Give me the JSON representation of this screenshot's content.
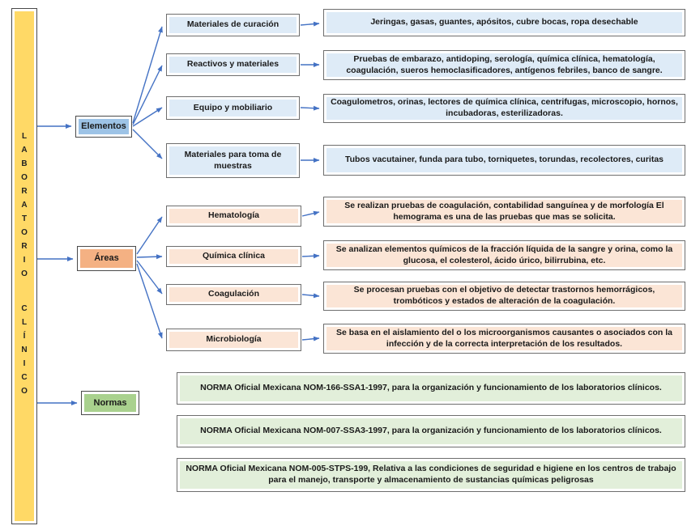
{
  "root": {
    "title": "LABORATORIO CLÍNICO",
    "word1": "LABORATORIO",
    "word2": "CLÍNICO"
  },
  "branches": [
    {
      "label": "Elementos",
      "children": [
        {
          "label": "Materiales de curación",
          "detail": "Jeringas, gasas, guantes, apósitos, cubre bocas, ropa desechable"
        },
        {
          "label": "Reactivos y materiales",
          "detail": "Pruebas de embarazo, antidoping, serología, química clínica, hematología, coagulación, sueros hemoclasificadores, antígenos febriles, banco de sangre."
        },
        {
          "label": "Equipo y mobiliario",
          "detail": "Coagulometros, orinas, lectores de química clínica, centrifugas, microscopio, hornos, incubadoras, esterilizadoras."
        },
        {
          "label": "Materiales para toma de muestras",
          "detail": "Tubos vacutainer, funda para tubo, torniquetes, torundas, recolectores, curitas"
        }
      ]
    },
    {
      "label": "Áreas",
      "children": [
        {
          "label": "Hematología",
          "detail": "Se realizan pruebas de coagulación, contabilidad sanguínea y de morfología El hemograma es una de las pruebas que mas se solicita."
        },
        {
          "label": "Química clínica",
          "detail": "Se analizan elementos químicos de la fracción líquida de la sangre y orina, como la glucosa, el colesterol, ácido úrico, bilirrubina, etc."
        },
        {
          "label": "Coagulación",
          "detail": "Se procesan pruebas con el objetivo de detectar trastornos hemorrágicos, trombóticos y estados de alteración de la coagulación."
        },
        {
          "label": "Microbiología",
          "detail": "Se basa en el aislamiento del o los microorganismos causantes o asociados con la infección y de la correcta interpretación de los resultados."
        }
      ]
    },
    {
      "label": "Normas",
      "children": [
        {
          "detail": "NORMA Oficial Mexicana NOM-166-SSA1-1997, para la organización y funcionamiento de los laboratorios clínicos."
        },
        {
          "detail": "NORMA Oficial Mexicana NOM-007-SSA3-1997, para la organización y funcionamiento de los laboratorios clínicos."
        },
        {
          "detail": "NORMA Oficial Mexicana NOM-005-STPS-199, Relativa a las condiciones de seguridad e higiene en los centros de trabajo para el manejo, transporte y almacenamiento de sustancias químicas peligrosas"
        }
      ]
    }
  ],
  "colors": {
    "root_fill": "#FFD966",
    "elementos_fill": "#9DC3E6",
    "elementos_light": "#DEEBF7",
    "areas_fill": "#F4B183",
    "areas_light": "#FBE5D6",
    "normas_fill": "#A9D18E",
    "normas_light": "#E2EFDA",
    "connector": "#4472C4",
    "border": "#6e6e6e"
  }
}
